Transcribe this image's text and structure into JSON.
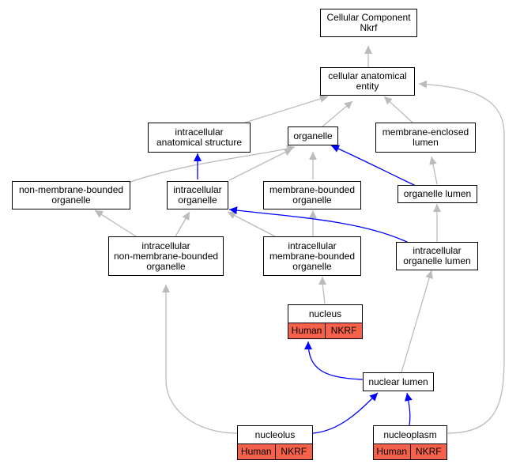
{
  "colors": {
    "is_a_edge": "#bbbbbb",
    "part_of_edge": "#0000ff",
    "annotation_fill": "#f5614a"
  },
  "nodes": {
    "root": {
      "label": "Cellular Component\nNkrf"
    },
    "cae": {
      "label": "cellular anatomical\nentity"
    },
    "ias": {
      "label": "intracellular\nanatomical structure"
    },
    "organelle": {
      "label": "organelle"
    },
    "mel": {
      "label": "membrane-enclosed\nlumen"
    },
    "nmbo": {
      "label": "non-membrane-bounded\norganelle"
    },
    "io": {
      "label": "intracellular\norganelle"
    },
    "mbo": {
      "label": "membrane-bounded\norganelle"
    },
    "ol": {
      "label": "organelle lumen"
    },
    "inmbo": {
      "label": "intracellular\nnon-membrane-bounded\norganelle"
    },
    "imbo": {
      "label": "intracellular\nmembrane-bounded\norganelle"
    },
    "iol": {
      "label": "intracellular\norganelle lumen"
    },
    "nucleus": {
      "label": "nucleus",
      "tags": [
        "Human",
        "NKRF"
      ]
    },
    "nl": {
      "label": "nuclear lumen"
    },
    "nucleolus": {
      "label": "nucleolus",
      "tags": [
        "Human",
        "NKRF"
      ]
    },
    "nucleoplasm": {
      "label": "nucleoplasm",
      "tags": [
        "Human",
        "NKRF"
      ]
    }
  }
}
